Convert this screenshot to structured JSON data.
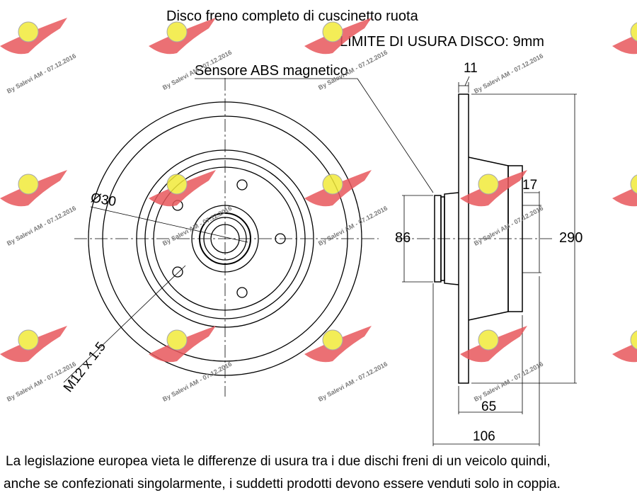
{
  "title": "Disco freno completo di cuscinetto ruota",
  "wear_limit": "LIMITE DI USURA DISCO: 9mm",
  "sensor_label": "Sensore ABS magnetico",
  "dimensions": {
    "thickness": "11",
    "hub_step": "17",
    "bearing_dia": "86",
    "outer_dia": "290",
    "hub_width": "65",
    "total_width": "106",
    "center_dia": "Ø30",
    "thread": "M12 x 1.5"
  },
  "footer": {
    "line1": "La legislazione europea vieta le differenze di usura tra i due dischi freni di un veicolo quindi,",
    "line2": "anche se confezionati singolarmente, i suddetti prodotti devono essere venduti solo in coppia."
  },
  "watermark": "By Salevi AM - 07.12.2016",
  "colors": {
    "logo_wing": "#e8585c",
    "logo_badge": "#f2ea3a"
  }
}
